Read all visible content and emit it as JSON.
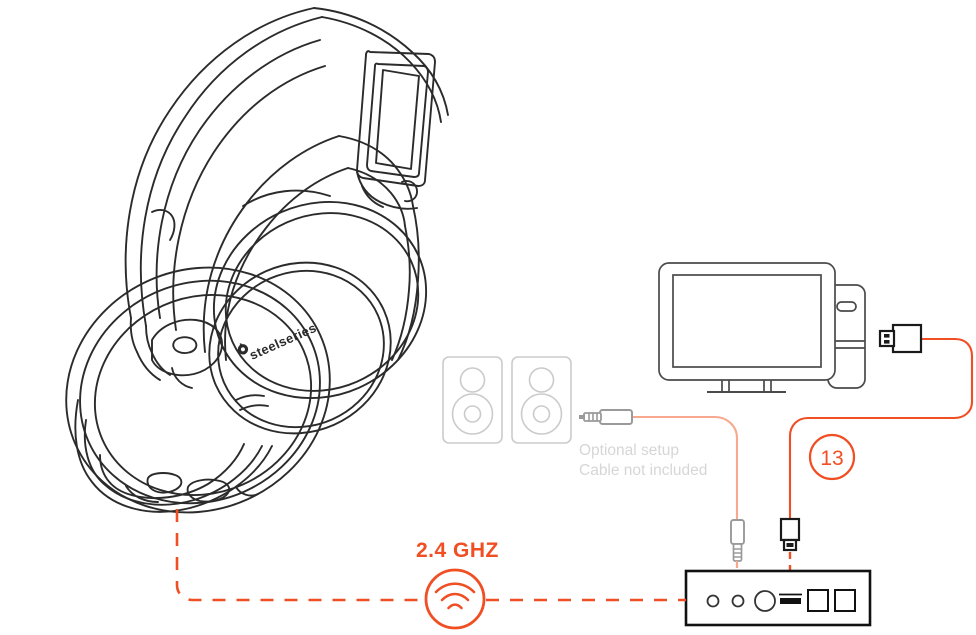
{
  "diagram": {
    "title": "SteelSeries wireless headset connection diagram",
    "background_color": "#ffffff",
    "callout": {
      "number": "13",
      "color": "#f04e23"
    },
    "wireless": {
      "label": "2.4 GHZ",
      "color": "#f04e23",
      "icon": "wifi-icon"
    },
    "optional_note": {
      "line1": "Optional setup",
      "line2": "Cable not included",
      "color": "#d6d6d6"
    },
    "headset": {
      "brand_label": "steelseries",
      "brand_mark": "steelseries-logo-icon",
      "outline_color": "#2b2b2b"
    },
    "devices": {
      "monitor": {
        "name": "computer-monitor",
        "outline_color": "#4a4a4a"
      },
      "tower": {
        "name": "pc-tower",
        "outline_color": "#4a4a4a"
      },
      "speakers": {
        "name": "desktop-speakers",
        "count": "2",
        "outline_color": "#cccccc"
      },
      "console": {
        "name": "game-console",
        "outline_color": "#111111",
        "ports": [
          "small-round-port",
          "audio-jack-port",
          "large-round-port",
          "usb-port",
          "square-port-1",
          "square-port-2"
        ]
      }
    },
    "connectors": {
      "usb_a_plug": {
        "name": "usb-a-connector",
        "outline_color": "#1a1a1a"
      },
      "usb_vertical_plug": {
        "name": "usb-connector-vertical",
        "outline_color": "#1a1a1a"
      },
      "audio_plug_horizontal": {
        "name": "audio-jack-plug-horizontal",
        "outline_color": "#9a9a9a"
      },
      "audio_plug_vertical": {
        "name": "audio-jack-plug-vertical",
        "outline_color": "#9a9a9a"
      }
    },
    "cables": {
      "usb_cable": {
        "name": "usb-cable",
        "color": "#f04e23",
        "style": "solid"
      },
      "audio_cable": {
        "name": "optional-audio-cable",
        "color": "#f7a88e",
        "style": "solid"
      },
      "wireless_link_headset": {
        "name": "wireless-link-headset",
        "color": "#f04e23",
        "style": "dashed"
      },
      "wireless_link_console": {
        "name": "wireless-link-console",
        "color": "#f04e23",
        "style": "dashed"
      },
      "audio_dashed_console": {
        "name": "audio-dashed-link-console",
        "color": "#f7a88e",
        "style": "dashed"
      },
      "usb_dashed_console": {
        "name": "usb-dashed-link-console",
        "color": "#f04e23",
        "style": "dashed"
      }
    }
  }
}
